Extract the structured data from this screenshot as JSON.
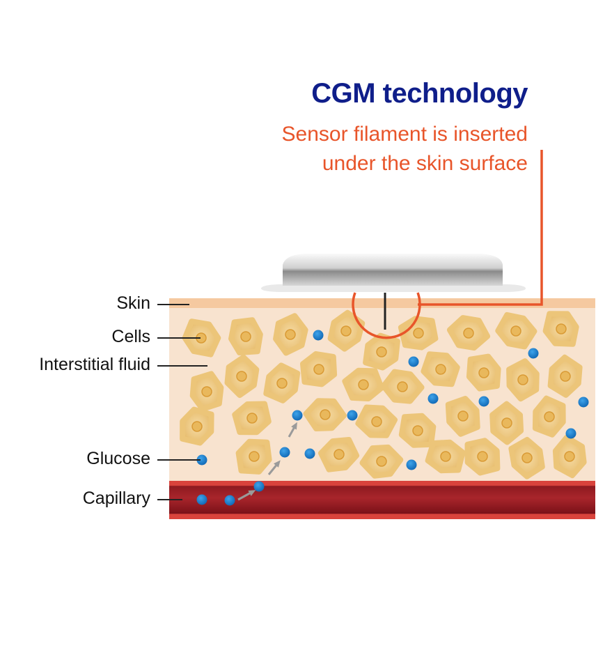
{
  "title": "CGM technology",
  "subtitle_line1": "Sensor filament is inserted",
  "subtitle_line2": "under the skin surface",
  "labels": {
    "skin": "Skin",
    "cells": "Cells",
    "fluid": "Interstitial fluid",
    "glucose": "Glucose",
    "capillary": "Capillary"
  },
  "colors": {
    "title": "#0f1e8a",
    "accent": "#e8552a",
    "glucose": "#1a7cc9",
    "capillary": "#a3202a",
    "cell": "#ecc579",
    "tissue": "#f8e3cf"
  }
}
